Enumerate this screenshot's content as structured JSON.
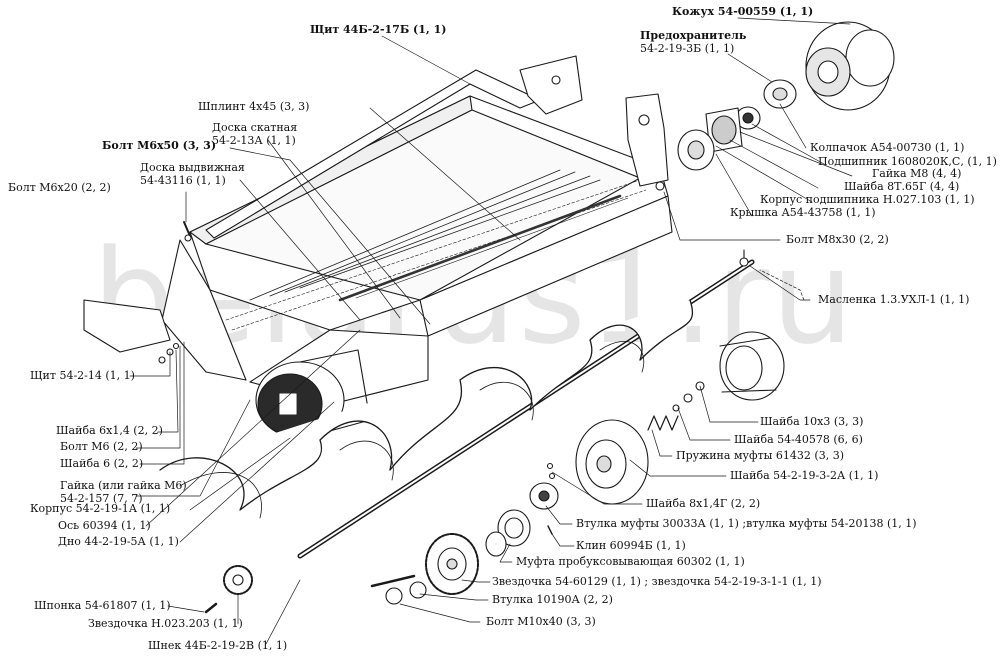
{
  "watermark": "belarus1.ru",
  "labels": {
    "kozhukh": "Кожух 54-00559 (1, 1)",
    "predohranitel_1": "Предохранитель",
    "predohranitel_2": "54-2-19-3Б (1, 1)",
    "shchit_top": "Щит 44Б-2-17Б (1, 1)",
    "shplint": "Шплинт 4х45 (3, 3)",
    "doska_skatnaya_1": "Доска скатная",
    "doska_skatnaya_2": "54-2-13А (1, 1)",
    "bolt_m6x50": "Болт М6х50 (3, 3)",
    "doska_vydvizhnaya_1": "Доска выдвижная",
    "doska_vydvizhnaya_2": "54-43116 (1, 1)",
    "bolt_m6x20": "Болт М6х20 (2, 2)",
    "kolpachok": "Колпачок  А54-00730 (1, 1)",
    "podshipnik": "Подшипник 1608020К,С,  (1, 1)",
    "gayka_m8": "Гайка М8 (4, 4)",
    "shayba_8t": "Шайба 8Т.65Г (4, 4)",
    "korpus_podshipnika": "Корпус подшипника Н.027.103 (1, 1)",
    "kryshka": "Крышка А54-43758 (1, 1)",
    "bolt_m8x30": "Болт М8х30 (2, 2)",
    "maslenka": "Масленка 1.3.УХЛ-1 (1, 1)",
    "shchit_left": "Щит 54-2-14 (1, 1)",
    "shayba_6x14": "Шайба 6х1,4 (2, 2)",
    "bolt_m6": "Болт М6 (2, 2)",
    "shayba_6": "Шайба 6 (2, 2)",
    "gayka_1": "Гайка (или гайка М6)",
    "gayka_2": "54-2-157 (7, 7)",
    "korpus": "Корпус 54-2-19-1А (1, 1)",
    "os": "Ось 60394 (1, 1)",
    "dno": "Дно 44-2-19-5А (1, 1)",
    "shayba_10x3": "Шайба 10х3 (3, 3)",
    "shayba_54_40578": "Шайба 54-40578 (6, 6)",
    "pruzhina": "Пружина муфты 61432 (3, 3)",
    "shayba_54_2_19": "Шайба 54-2-19-3-2А (1, 1)",
    "shayba_8x14g": "Шайба 8х1,4Г (2, 2)",
    "vtulka_mufty": "Втулка муфты 30033А (1, 1)  ;втулка муфты 54-20138 (1, 1)",
    "klin": "Клин 60994Б (1, 1)",
    "mufta": "Муфта пробуксовывающая 60302 (1, 1)",
    "zvezdochka_mid": "Звездочка 54-60129 (1, 1)  ; звездочка 54-2-19-3-1-1 (1, 1)",
    "shponka": "Шпонка 54-61807 (1, 1)",
    "vtulka_10190": "Втулка 10190А (2, 2)",
    "zvezdochka_low": "Звездочка Н.023.203 (1, 1)",
    "bolt_m10x40": "Болт М10х40 (3, 3)",
    "shnek": "Шнек 44Б-2-19-2В (1, 1)"
  }
}
